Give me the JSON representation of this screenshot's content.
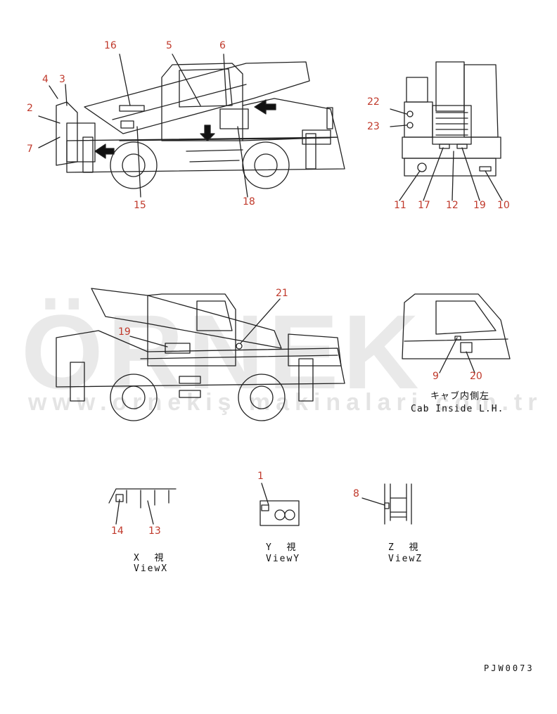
{
  "watermark": {
    "brand": "ÖRNEK",
    "url": "www.ornekiş makinalari.com.tr"
  },
  "side_view_left": {
    "labels": {
      "l2": "2",
      "l3": "3",
      "l4": "4",
      "l5": "5",
      "l6": "6",
      "l7": "7",
      "l15": "15",
      "l16": "16",
      "l18": "18"
    }
  },
  "rear_view": {
    "labels": {
      "l10": "10",
      "l11": "11",
      "l12": "12",
      "l17": "17",
      "l19": "19",
      "l22": "22",
      "l23": "23"
    }
  },
  "side_view_right": {
    "labels": {
      "l19": "19",
      "l21": "21"
    }
  },
  "cab_view": {
    "labels": {
      "l9": "9",
      "l20": "20"
    },
    "caption_jp": "キャブ内側左",
    "caption_en": "Cab Inside L.H."
  },
  "view_x": {
    "labels": {
      "l13": "13",
      "l14": "14"
    },
    "caption_jp": "X  視",
    "caption_en": "ViewX"
  },
  "view_y": {
    "labels": {
      "l1": "1"
    },
    "caption_jp": "Y  視",
    "caption_en": "ViewY"
  },
  "view_z": {
    "labels": {
      "l8": "8"
    },
    "caption_jp": "Z  視",
    "caption_en": "ViewZ"
  },
  "drawing_code": "PJW0073"
}
